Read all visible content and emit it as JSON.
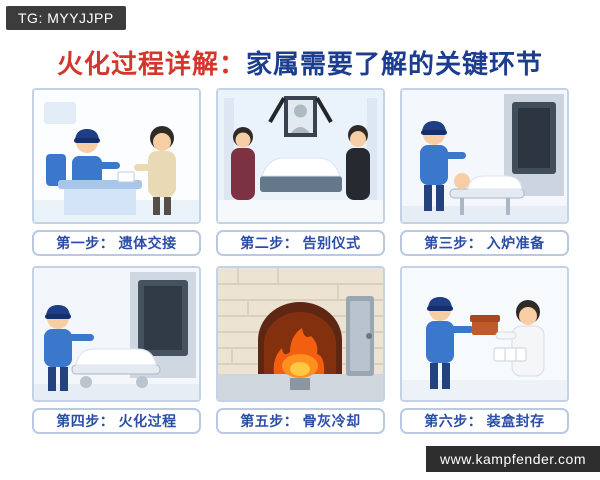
{
  "badges": {
    "top_left": "TG: MYYJJPP",
    "bottom_right": "www.kampfender.com"
  },
  "title": {
    "red_part": "火化过程详解：",
    "blue_part": "家属需要了解的关键环节"
  },
  "steps": [
    {
      "label": "第一步： 遗体交接",
      "scene": "body-handover-at-desk"
    },
    {
      "label": "第二步： 告别仪式",
      "scene": "farewell-ceremony"
    },
    {
      "label": "第三步： 入炉准备",
      "scene": "furnace-preparation"
    },
    {
      "label": "第四步： 火化过程",
      "scene": "cremation-process"
    },
    {
      "label": "第五步： 骨灰冷却",
      "scene": "ash-cooling-furnace"
    },
    {
      "label": "第六步： 装盒封存",
      "scene": "boxing-and-sealing"
    }
  ],
  "colors": {
    "title_red": "#d3362b",
    "title_blue": "#1b3c8f",
    "caption_text": "#2b4da8",
    "panel_border": "#c3d2e6",
    "caption_border": "#b9c9e2",
    "badge_bg_top": "#3c3c3c",
    "badge_bg_bottom": "#2e2e2e",
    "uniform_blue": "#3b78cc",
    "cap_navy": "#1e3f85",
    "fire_orange": "#ff8f1f",
    "box_terracotta": "#c05a2a"
  }
}
